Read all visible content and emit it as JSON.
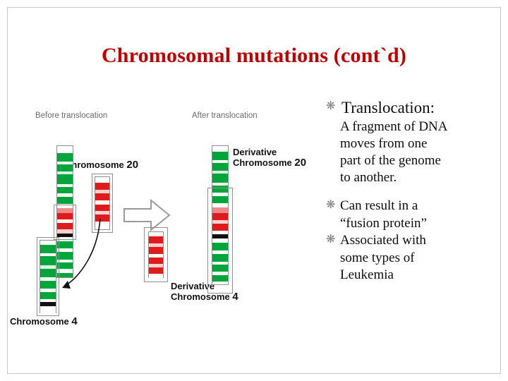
{
  "slide": {
    "title": "Chromosomal mutations (cont`d)",
    "title_color": "#c00000"
  },
  "text": {
    "b1_lead": "Translocation",
    "b1_lead_colon": ":",
    "b1_line1": "A fragment of DNA",
    "b1_line2": "moves from one",
    "b1_line3": "part of the genome",
    "b1_line4": "to another.",
    "b2_line1": "Can result in a",
    "b2_line2": "“fusion protein”",
    "b3_line1": "Associated with",
    "b3_line2": "some types of",
    "b3_line3": "Leukemia",
    "bullet_glyph": "❋"
  },
  "figure": {
    "label_before": "Before translocation",
    "label_after": "After translocation",
    "caption_chr20_name": "Chromosome",
    "caption_chr20_num": "20",
    "caption_chr4_name": "Chromosome",
    "caption_chr4_num": "4",
    "caption_deriv20_l1": "Derivative",
    "caption_deriv20_l2_name": "Chromosome",
    "caption_deriv20_l2_num": "20",
    "caption_deriv4_l1": "Derivative",
    "caption_deriv4_l2_name": "Chromosome",
    "caption_deriv4_l2_num": "4",
    "colors": {
      "green": "#00a53c",
      "dark_green": "#006b26",
      "red": "#e01b1b",
      "dark_red": "#a50f0f",
      "white": "#ffffff",
      "outline": "#8f8f8f",
      "arrow_outline": "#9a9a9a"
    }
  }
}
